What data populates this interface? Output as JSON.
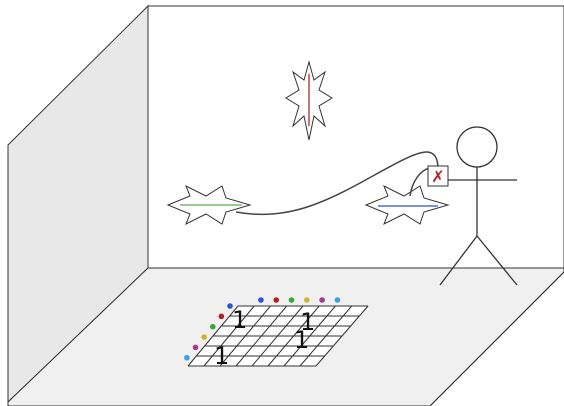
{
  "colors": {
    "left_wall": "#e8e8e8",
    "floor": "#f0f0f0",
    "back_wall": "#ffffff",
    "outline": "#333333",
    "green_tile": "#7ab873",
    "blue_tile": "#4a6fd8",
    "marker": "#b22222"
  },
  "grid_labels": [
    "1",
    "1",
    "1",
    "1"
  ],
  "top_dots": [
    "#2855d0",
    "#b22222",
    "#3aa63a",
    "#c9b52e",
    "#a33a8f",
    "#3ea0d8"
  ],
  "left_dots": [
    "#2855d0",
    "#b22222",
    "#3aa63a",
    "#c9b52e",
    "#a33a8f",
    "#3ea0d8"
  ],
  "icons": {
    "marker": "x-mark-icon",
    "figure": "stick-figure-icon"
  }
}
